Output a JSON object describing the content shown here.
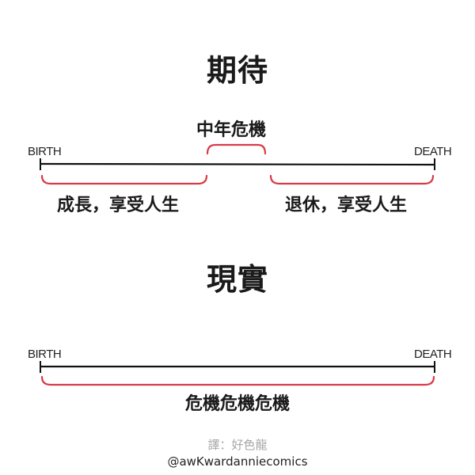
{
  "expectation": {
    "title": "期待",
    "start_label": "BIRTH",
    "end_label": "DEATH",
    "midlife_label": "中年危機",
    "early_label": "成長，享受人生",
    "late_label": "退休，享受人生"
  },
  "reality": {
    "title": "現實",
    "start_label": "BIRTH",
    "end_label": "DEATH",
    "whole_label": "危機危機危機"
  },
  "translator": "譯：好色龍",
  "credit": "@awKwardanniecomics",
  "colors": {
    "line": "#111111",
    "bracket": "#d93a46"
  }
}
